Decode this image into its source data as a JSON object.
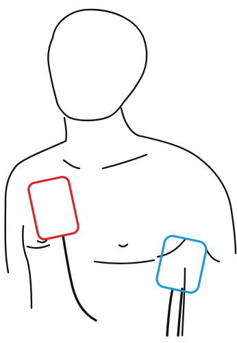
{
  "figure": {
    "subject": "upper-body-outline",
    "electrodes": [
      {
        "id": "pad-upper-right-chest",
        "color": "#d9262b"
      },
      {
        "id": "pad-lower-left-side",
        "color": "#1f9ad6"
      }
    ],
    "line_color": "#111111",
    "background": "#ffffff"
  }
}
